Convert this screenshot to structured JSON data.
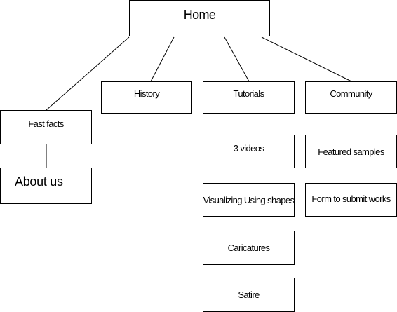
{
  "sitemap": {
    "home": "Home",
    "history": "History",
    "tutorials": "Tutorials",
    "community": "Community",
    "fast_facts": "Fast facts",
    "about_us": "About us",
    "tutorial_pages": [
      "3 videos",
      "Visualizing Using shapes",
      "Caricatures",
      "Satire"
    ],
    "community_pages": [
      "Featured samples",
      "Form to submit works"
    ]
  },
  "colors": {
    "line": "#000000",
    "box_border": "#000000",
    "background": "#ffffff"
  }
}
